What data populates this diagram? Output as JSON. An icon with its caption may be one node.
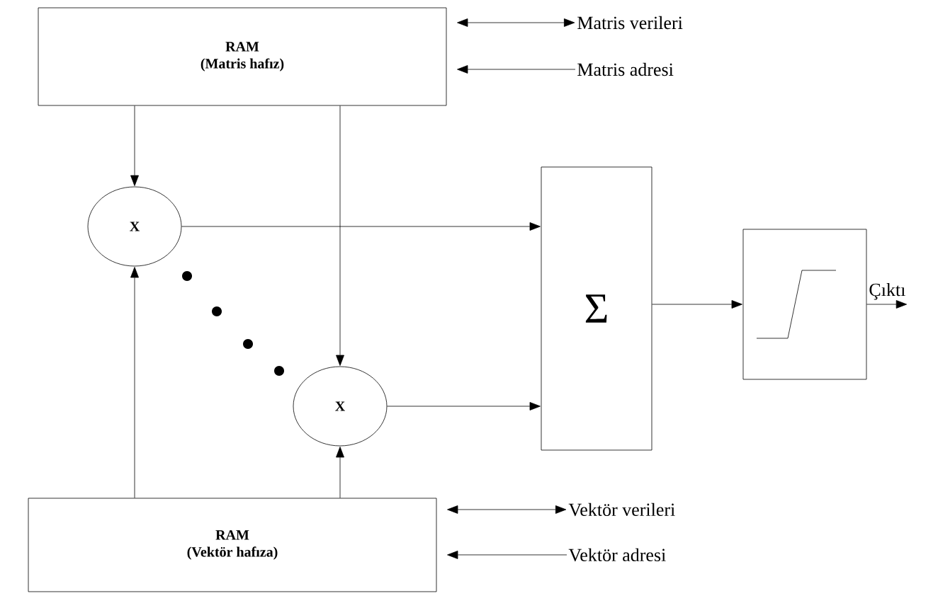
{
  "diagram": {
    "nodes": [
      {
        "text": [
          "RAM",
          "(Matris hafız)"
        ]
      },
      {
        "text": [
          "X"
        ]
      },
      {
        "text": [
          "X"
        ]
      },
      {
        "text": [
          "Σ"
        ]
      },
      {
        "text": [],
        "shape": "box"
      },
      {
        "text": [
          "RAM",
          "(Vektör hafıza)"
        ]
      },
      {
        "text": [
          "Matris verileri"
        ]
      },
      {
        "text": [
          "Matris adresi"
        ]
      },
      {
        "text": [
          "Vektör verileri"
        ]
      },
      {
        "text": [
          "Vektör adresi"
        ]
      },
      {
        "text": [
          "Çıktı"
        ]
      }
    ],
    "edges": [
      {
        "from": 0,
        "to": 1,
        "arrow": "to"
      },
      {
        "from": 0,
        "to": 2,
        "arrow": "to"
      },
      {
        "from": 5,
        "to": 1,
        "arrow": "to"
      },
      {
        "from": 5,
        "to": 2,
        "arrow": "to"
      },
      {
        "from": 1,
        "to": 3,
        "arrow": "to"
      },
      {
        "from": 2,
        "to": 3,
        "arrow": "to"
      },
      {
        "from": 3,
        "to": 4,
        "arrow": "to"
      },
      {
        "from": 4,
        "to": 10,
        "arrow": "to"
      },
      {
        "from": 6,
        "to": 0,
        "arrow": "both"
      },
      {
        "from": 7,
        "to": 0,
        "arrow": "to"
      },
      {
        "from": 8,
        "to": 5,
        "arrow": "both"
      },
      {
        "from": 9,
        "to": 5,
        "arrow": "to"
      }
    ]
  }
}
